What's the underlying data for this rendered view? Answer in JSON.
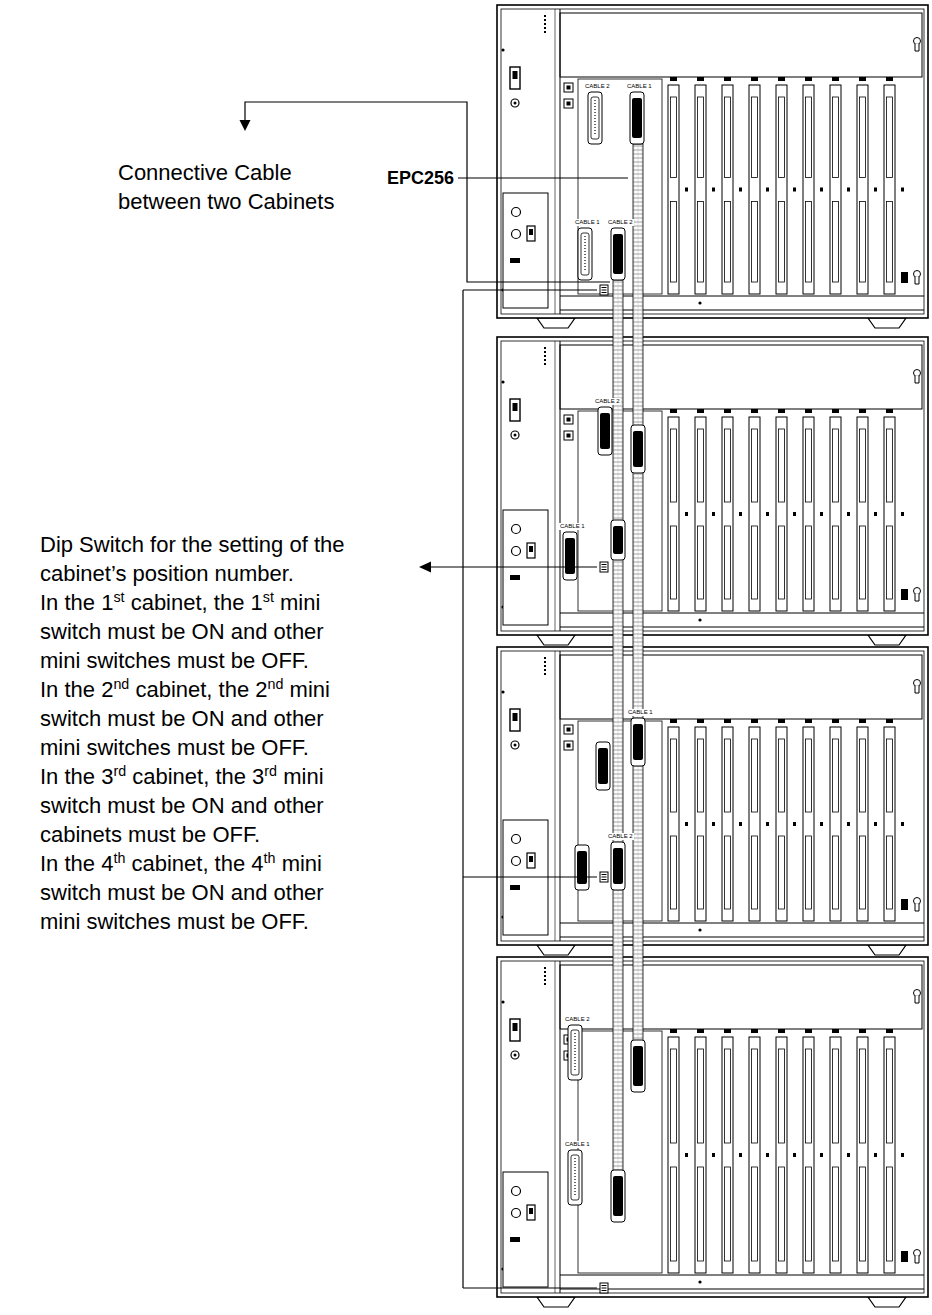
{
  "diagram": {
    "labels": [
      "Connective Cable between two Cabinets",
      "EPC256",
      "Dip Switch for the setting of the cabinet’s position number.",
      "In the 1st cabinet, the 1st mini switch must be ON and other mini switches must be OFF.",
      "In the 2nd cabinet, the 2nd mini switch must be ON and other mini switches must be OFF.",
      "In the 3rd cabinet, the 3rd mini switch must be ON and other cabinets must be OFF.",
      "In the 4th cabinet, the 4th mini switch must be ON and other mini switches must be OFF.",
      "CABLE 2",
      "CABLE 1",
      "CABLE 1",
      "CABLE 2",
      "CABLE 2",
      "CABLE 1",
      "CABLE 1",
      "CABLE 2",
      "CABLE 2",
      "CABLE 1"
    ]
  }
}
